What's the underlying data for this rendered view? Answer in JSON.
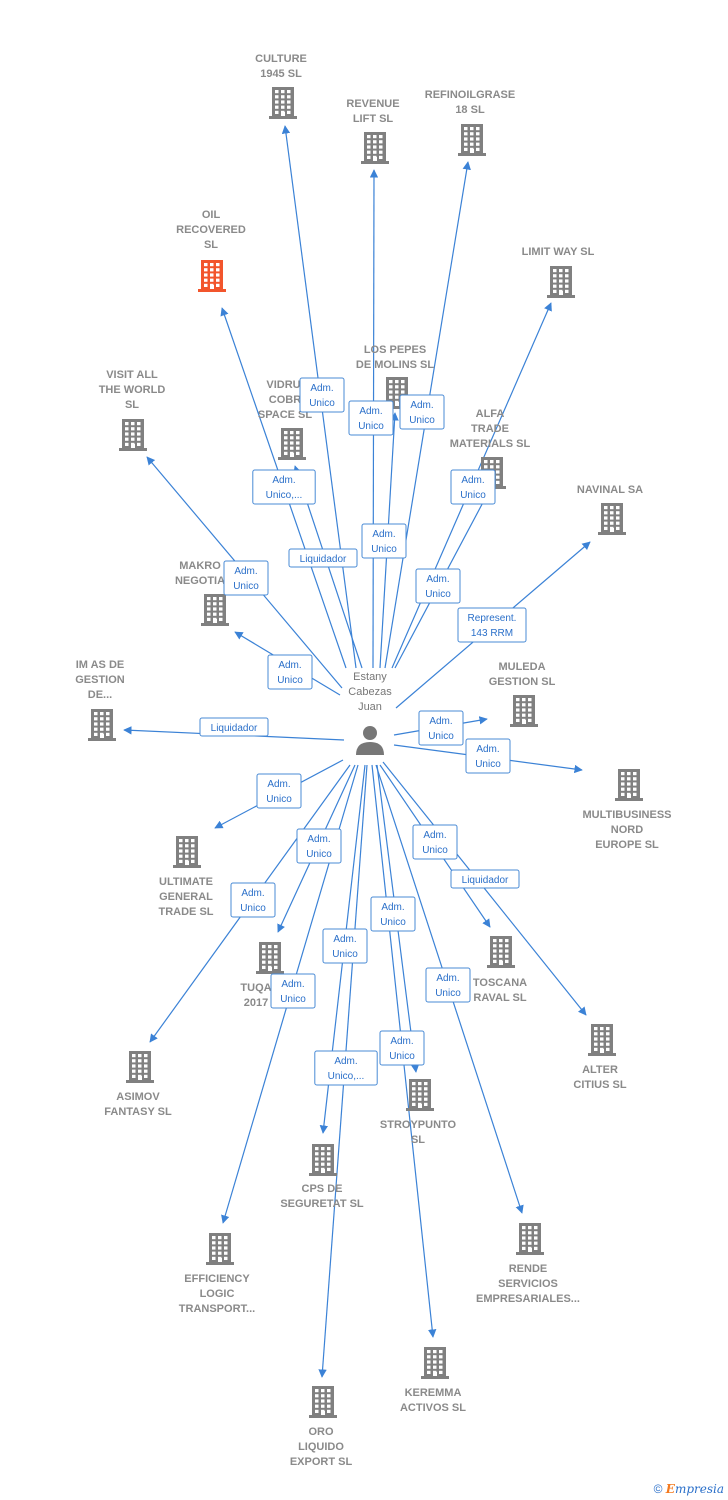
{
  "colors": {
    "edge": "#3b82d6",
    "building": "#808080",
    "building_highlight": "#f2552c",
    "person": "#777777"
  },
  "person": {
    "name_lines": [
      "Estany",
      "Cabezas",
      "Juan"
    ],
    "icon": "person-icon"
  },
  "companies": [
    {
      "id": "culture",
      "lines": [
        "CULTURE",
        "1945  SL"
      ],
      "highlight": false
    },
    {
      "id": "revenue",
      "lines": [
        "REVENUE",
        "LIFT  SL"
      ],
      "highlight": false
    },
    {
      "id": "refinoil",
      "lines": [
        "REFINOILGRASE",
        "18  SL"
      ],
      "highlight": false
    },
    {
      "id": "oilrec",
      "lines": [
        "OIL",
        "RECOVERED",
        "SL"
      ],
      "highlight": true
    },
    {
      "id": "limitway",
      "lines": [
        "LIMIT WAY  SL"
      ],
      "highlight": false
    },
    {
      "id": "lospepes",
      "lines": [
        "LOS PEPES",
        "DE MOLINS  SL"
      ],
      "highlight": false
    },
    {
      "id": "visitall",
      "lines": [
        "VISIT ALL",
        "THE WORLD",
        "SL"
      ],
      "highlight": false
    },
    {
      "id": "vidrui",
      "lines": [
        "VIDRUI",
        "COBR",
        "SPACE SL"
      ],
      "highlight": false
    },
    {
      "id": "alfa",
      "lines": [
        "ALFA",
        "TRADE",
        "MATERIALS  SL"
      ],
      "highlight": false
    },
    {
      "id": "navinal",
      "lines": [
        "NAVINAL SA"
      ],
      "highlight": false
    },
    {
      "id": "makro",
      "lines": [
        "MAKRO",
        "NEGOTIA"
      ],
      "highlight": false
    },
    {
      "id": "imas",
      "lines": [
        "IM AS DE",
        "GESTION",
        "DE..."
      ],
      "highlight": false
    },
    {
      "id": "muleda",
      "lines": [
        "MULEDA",
        "GESTION  SL"
      ],
      "highlight": false
    },
    {
      "id": "multibusiness",
      "lines": [
        "MULTIBUSINESS",
        "NORD",
        "EUROPE  SL"
      ],
      "highlight": false
    },
    {
      "id": "ultimate",
      "lines": [
        "ULTIMATE",
        "GENERAL",
        "TRADE  SL"
      ],
      "highlight": false
    },
    {
      "id": "tuqa",
      "lines": [
        "TUQA",
        "2017"
      ],
      "highlight": false
    },
    {
      "id": "toscana",
      "lines": [
        "TOSCANA",
        "RAVAL  SL"
      ],
      "highlight": false
    },
    {
      "id": "asimov",
      "lines": [
        "ASIMOV",
        "FANTASY  SL"
      ],
      "highlight": false
    },
    {
      "id": "alter",
      "lines": [
        "ALTER",
        "CITIUS  SL"
      ],
      "highlight": false
    },
    {
      "id": "stroypunto",
      "lines": [
        "STROYPUNTO",
        "SL"
      ],
      "highlight": false
    },
    {
      "id": "cps",
      "lines": [
        "CPS DE",
        "SEGURETAT SL"
      ],
      "highlight": false
    },
    {
      "id": "efficiency",
      "lines": [
        "EFFICIENCY",
        "LOGIC",
        "TRANSPORT..."
      ],
      "highlight": false
    },
    {
      "id": "rende",
      "lines": [
        "RENDE",
        "SERVICIOS",
        "EMPRESARIALES..."
      ],
      "highlight": false
    },
    {
      "id": "keremma",
      "lines": [
        "KEREMMA",
        "ACTIVOS  SL"
      ],
      "highlight": false
    },
    {
      "id": "oro",
      "lines": [
        "ORO",
        "LIQUIDO",
        "EXPORT  SL"
      ],
      "highlight": false
    }
  ],
  "relations": [
    {
      "target": "culture",
      "lines": [
        "Adm.",
        "Unico"
      ]
    },
    {
      "target": "revenue",
      "lines": [
        "Adm.",
        "Unico"
      ]
    },
    {
      "target": "refinoil",
      "lines": [
        "Adm.",
        "Unico"
      ]
    },
    {
      "target": "lospepes",
      "lines": [
        "Adm.",
        "Unico"
      ]
    },
    {
      "target": "oilrec",
      "lines": [
        "Adm.",
        "Unico,..."
      ]
    },
    {
      "target": "vidrui",
      "lines": [
        "Liquidador"
      ]
    },
    {
      "target": "limitway",
      "lines": [
        "Adm.",
        "Unico"
      ]
    },
    {
      "target": "alfa",
      "lines": [
        "Adm.",
        "Unico"
      ]
    },
    {
      "target": "visitall",
      "lines": [
        "Adm.",
        "Unico"
      ]
    },
    {
      "target": "navinal",
      "lines": [
        "Represent.",
        "143 RRM"
      ]
    },
    {
      "target": "makro",
      "lines": [
        "Adm.",
        "Unico"
      ]
    },
    {
      "target": "imas",
      "lines": [
        "Liquidador"
      ]
    },
    {
      "target": "muleda",
      "lines": [
        "Adm.",
        "Unico"
      ]
    },
    {
      "target": "multibusiness",
      "lines": [
        "Adm.",
        "Unico"
      ]
    },
    {
      "target": "ultimate",
      "lines": [
        "Adm.",
        "Unico"
      ]
    },
    {
      "target": "tuqa",
      "lines": [
        "Adm.",
        "Unico"
      ]
    },
    {
      "target": "toscana",
      "lines": [
        "Adm.",
        "Unico"
      ]
    },
    {
      "target": "alter",
      "lines": [
        "Liquidador"
      ]
    },
    {
      "target": "asimov",
      "lines": [
        "Adm.",
        "Unico"
      ]
    },
    {
      "target": "stroypunto",
      "lines": [
        "Adm.",
        "Unico"
      ]
    },
    {
      "target": "cps",
      "lines": [
        "Adm.",
        "Unico"
      ]
    },
    {
      "target": "efficiency",
      "lines": [
        "Adm.",
        "Unico"
      ]
    },
    {
      "target": "rende",
      "lines": [
        "Adm.",
        "Unico"
      ]
    },
    {
      "target": "keremma",
      "lines": [
        "Adm.",
        "Unico"
      ]
    },
    {
      "target": "oro",
      "lines": [
        "Adm.",
        "Unico,..."
      ]
    }
  ],
  "footer": {
    "copyright": "©",
    "brand_initial": "E",
    "brand_rest": "mpresia"
  }
}
